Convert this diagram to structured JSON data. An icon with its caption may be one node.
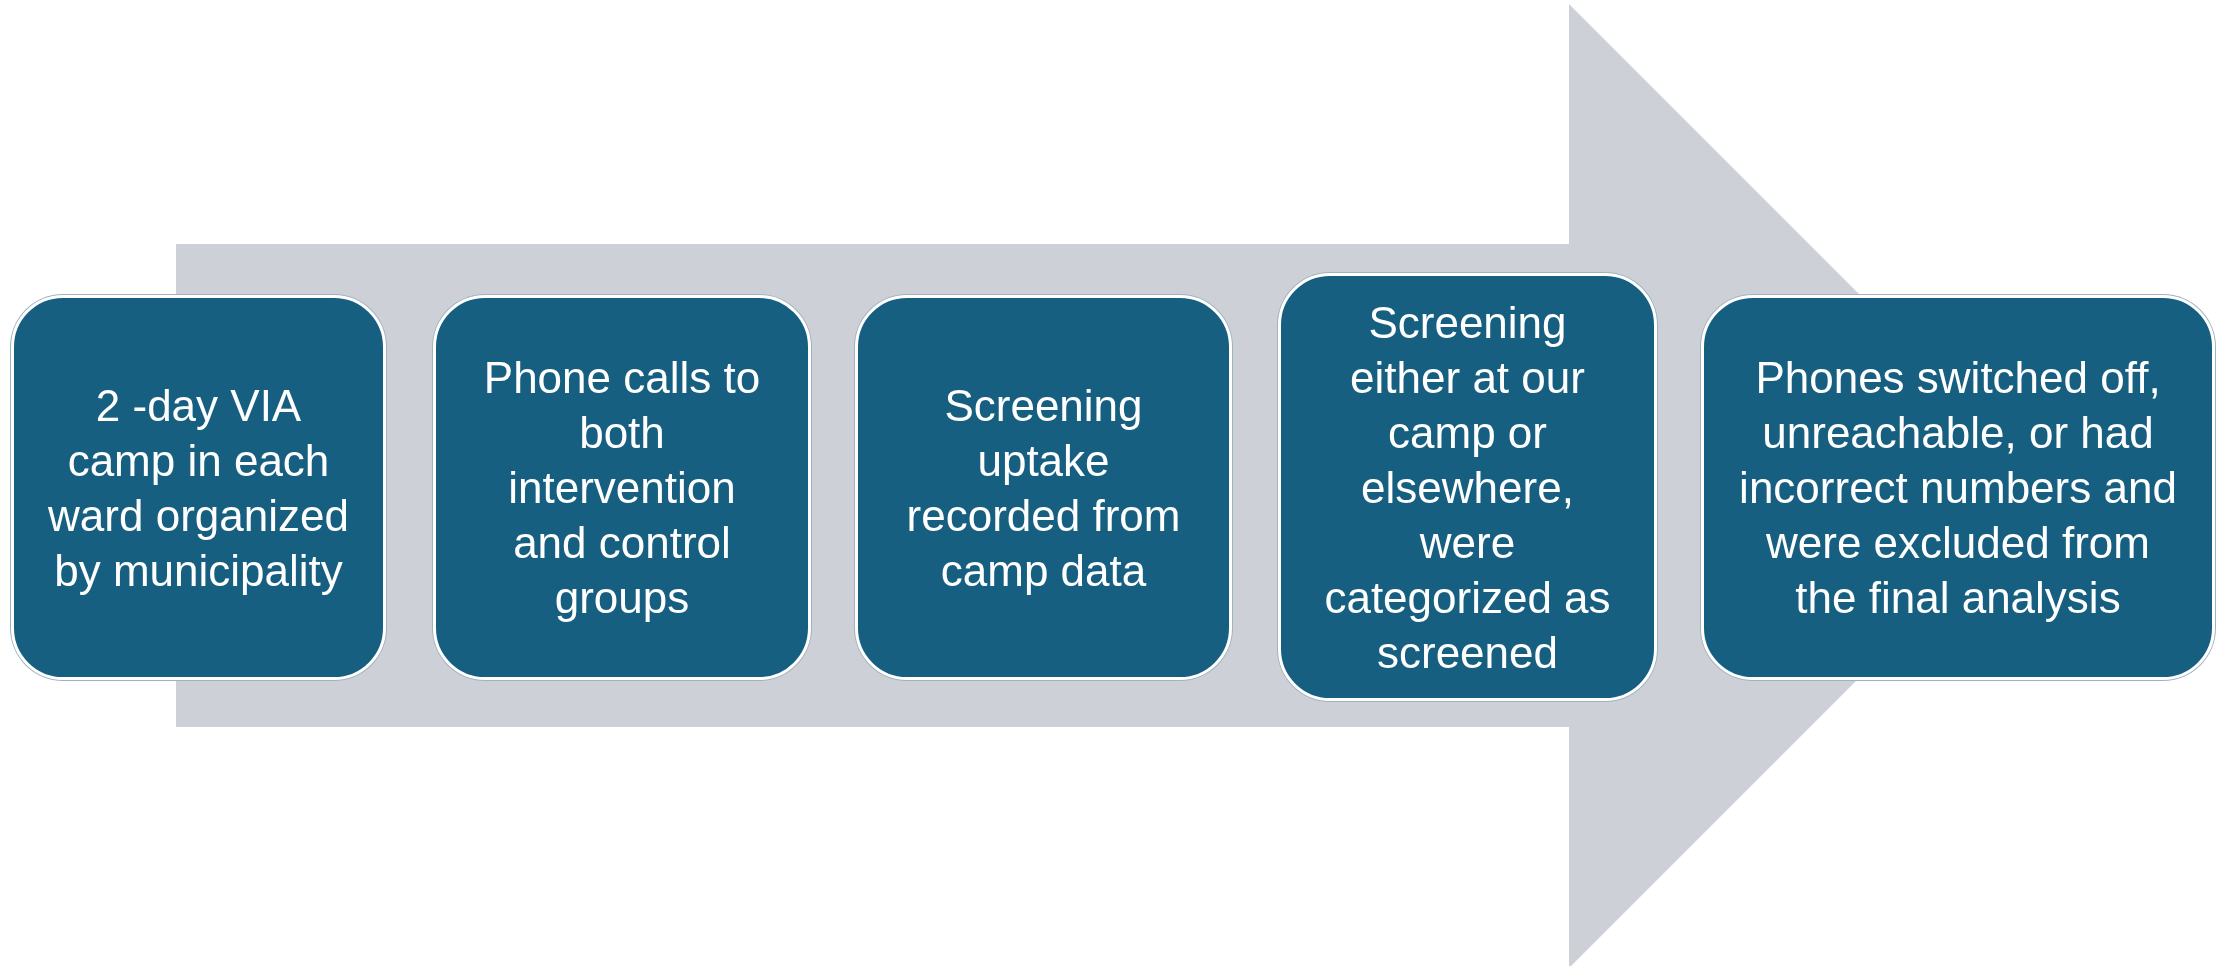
{
  "diagram": {
    "nodes": [
      {
        "text": [
          "2 -day VIA camp in each ward organized by municipality"
        ]
      },
      {
        "text": [
          "Phone calls to both intervention and control groups"
        ]
      },
      {
        "text": [
          "Screening uptake recorded from camp data"
        ]
      },
      {
        "text": [
          "Screening either at our camp or elsewhere, were categorized as screened"
        ]
      },
      {
        "text": [
          "Phones switched off, unreachable, or had incorrect numbers and were excluded from the final analysis"
        ]
      }
    ],
    "edges": [
      {
        "from": 0,
        "to": 4,
        "arrow": "to"
      }
    ]
  }
}
